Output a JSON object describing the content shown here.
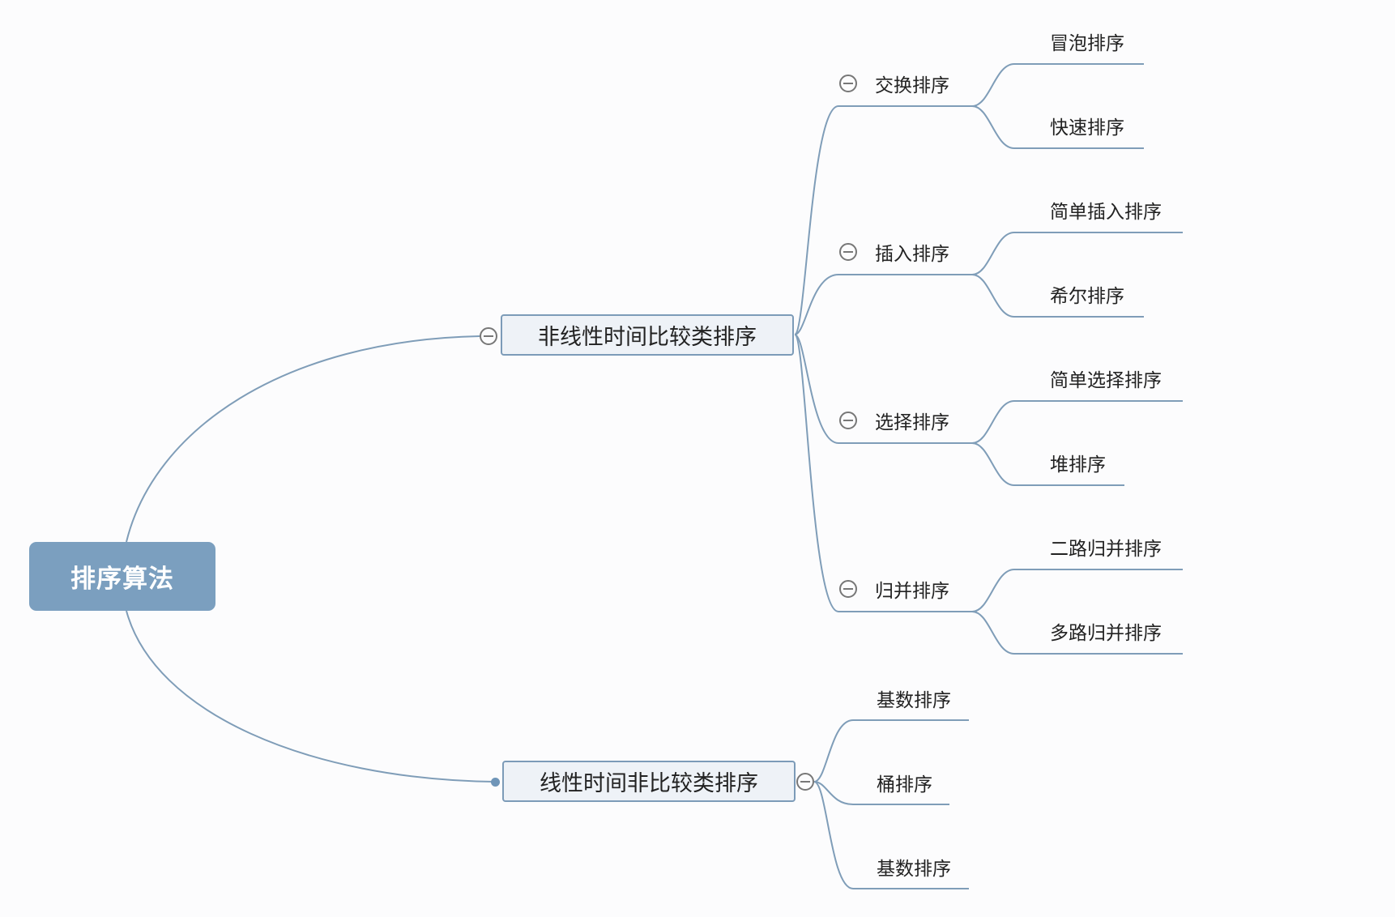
{
  "root": {
    "label": "排序算法"
  },
  "nonlinear": {
    "label": "非线性时间比较类排序",
    "groups": [
      {
        "label": "交换排序",
        "children": [
          "冒泡排序",
          "快速排序"
        ]
      },
      {
        "label": "插入排序",
        "children": [
          "简单插入排序",
          "希尔排序"
        ]
      },
      {
        "label": "选择排序",
        "children": [
          "简单选择排序",
          "堆排序"
        ]
      },
      {
        "label": "归并排序",
        "children": [
          "二路归并排序",
          "多路归并排序"
        ]
      }
    ]
  },
  "linear": {
    "label": "线性时间非比较类排序",
    "children": [
      "基数排序",
      "桶排序",
      "基数排序"
    ]
  },
  "colors": {
    "root_fill": "#7b9fbf",
    "line": "#7f9db8",
    "main_fill": "#eef2f7"
  }
}
